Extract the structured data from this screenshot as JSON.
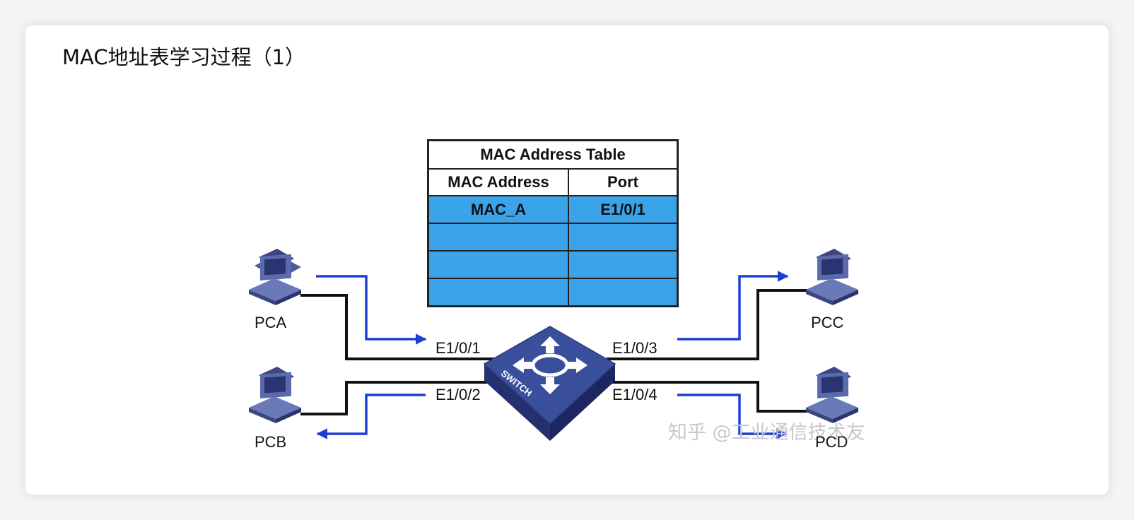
{
  "title": "MAC地址表学习过程（1）",
  "mac_table": {
    "caption": "MAC Address Table",
    "headers": [
      "MAC Address",
      "Port"
    ],
    "rows": [
      [
        "MAC_A",
        "E1/0/1"
      ],
      [
        "",
        ""
      ],
      [
        "",
        ""
      ],
      [
        "",
        ""
      ]
    ]
  },
  "hosts": {
    "pca": "PCA",
    "pcb": "PCB",
    "pcc": "PCC",
    "pcd": "PCD"
  },
  "ports": {
    "p1": "E1/0/1",
    "p2": "E1/0/2",
    "p3": "E1/0/3",
    "p4": "E1/0/4"
  },
  "switch_label": "SWITCH",
  "watermark": "知乎 @工业通信技术友",
  "colors": {
    "table_fill": "#3aa3ea",
    "arrow": "#1b3fd6",
    "cable": "#111111",
    "switch_body": "#3a4f9c"
  }
}
